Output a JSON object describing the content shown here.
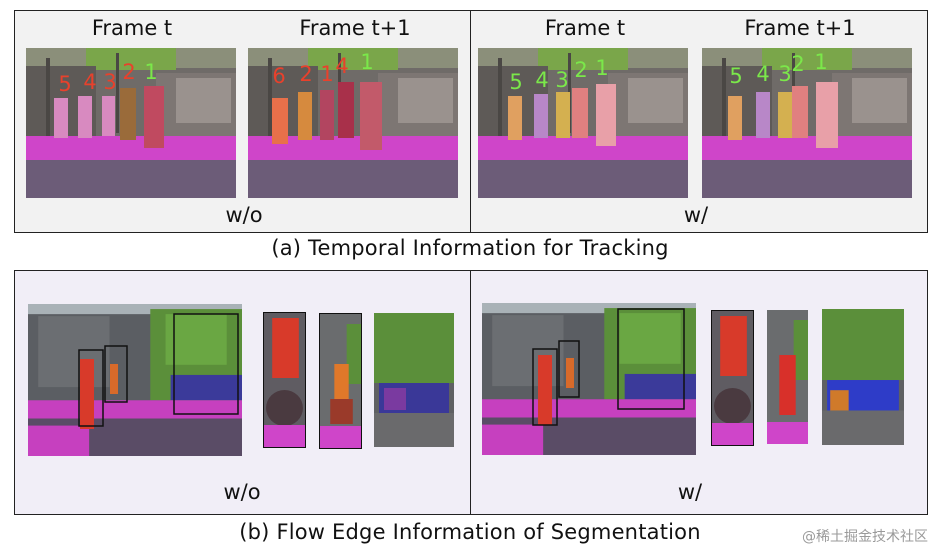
{
  "panel_a": {
    "left": {
      "frame_labels": [
        "Frame t",
        "Frame t+1"
      ],
      "frame_t_ids": [
        "5",
        "4",
        "3",
        "2",
        "1"
      ],
      "frame_t1_ids": [
        "6",
        "2",
        "1",
        "4",
        "1"
      ],
      "condition": "w/o"
    },
    "right": {
      "frame_labels": [
        "Frame t",
        "Frame t+1"
      ],
      "frame_t_ids": [
        "5",
        "4",
        "3",
        "2",
        "1"
      ],
      "frame_t1_ids": [
        "5",
        "4",
        "3",
        "2",
        "1"
      ],
      "condition": "w/"
    },
    "caption": "(a) Temporal Information for Tracking"
  },
  "panel_b": {
    "left_condition": "w/o",
    "right_condition": "w/",
    "caption": "(b) Flow Edge Information of Segmentation"
  },
  "watermark": "@稀土掘金技术社区",
  "colors": {
    "id_red": "#e8412c",
    "id_green": "#7be84a",
    "road_magenta": "#d63fd0"
  }
}
